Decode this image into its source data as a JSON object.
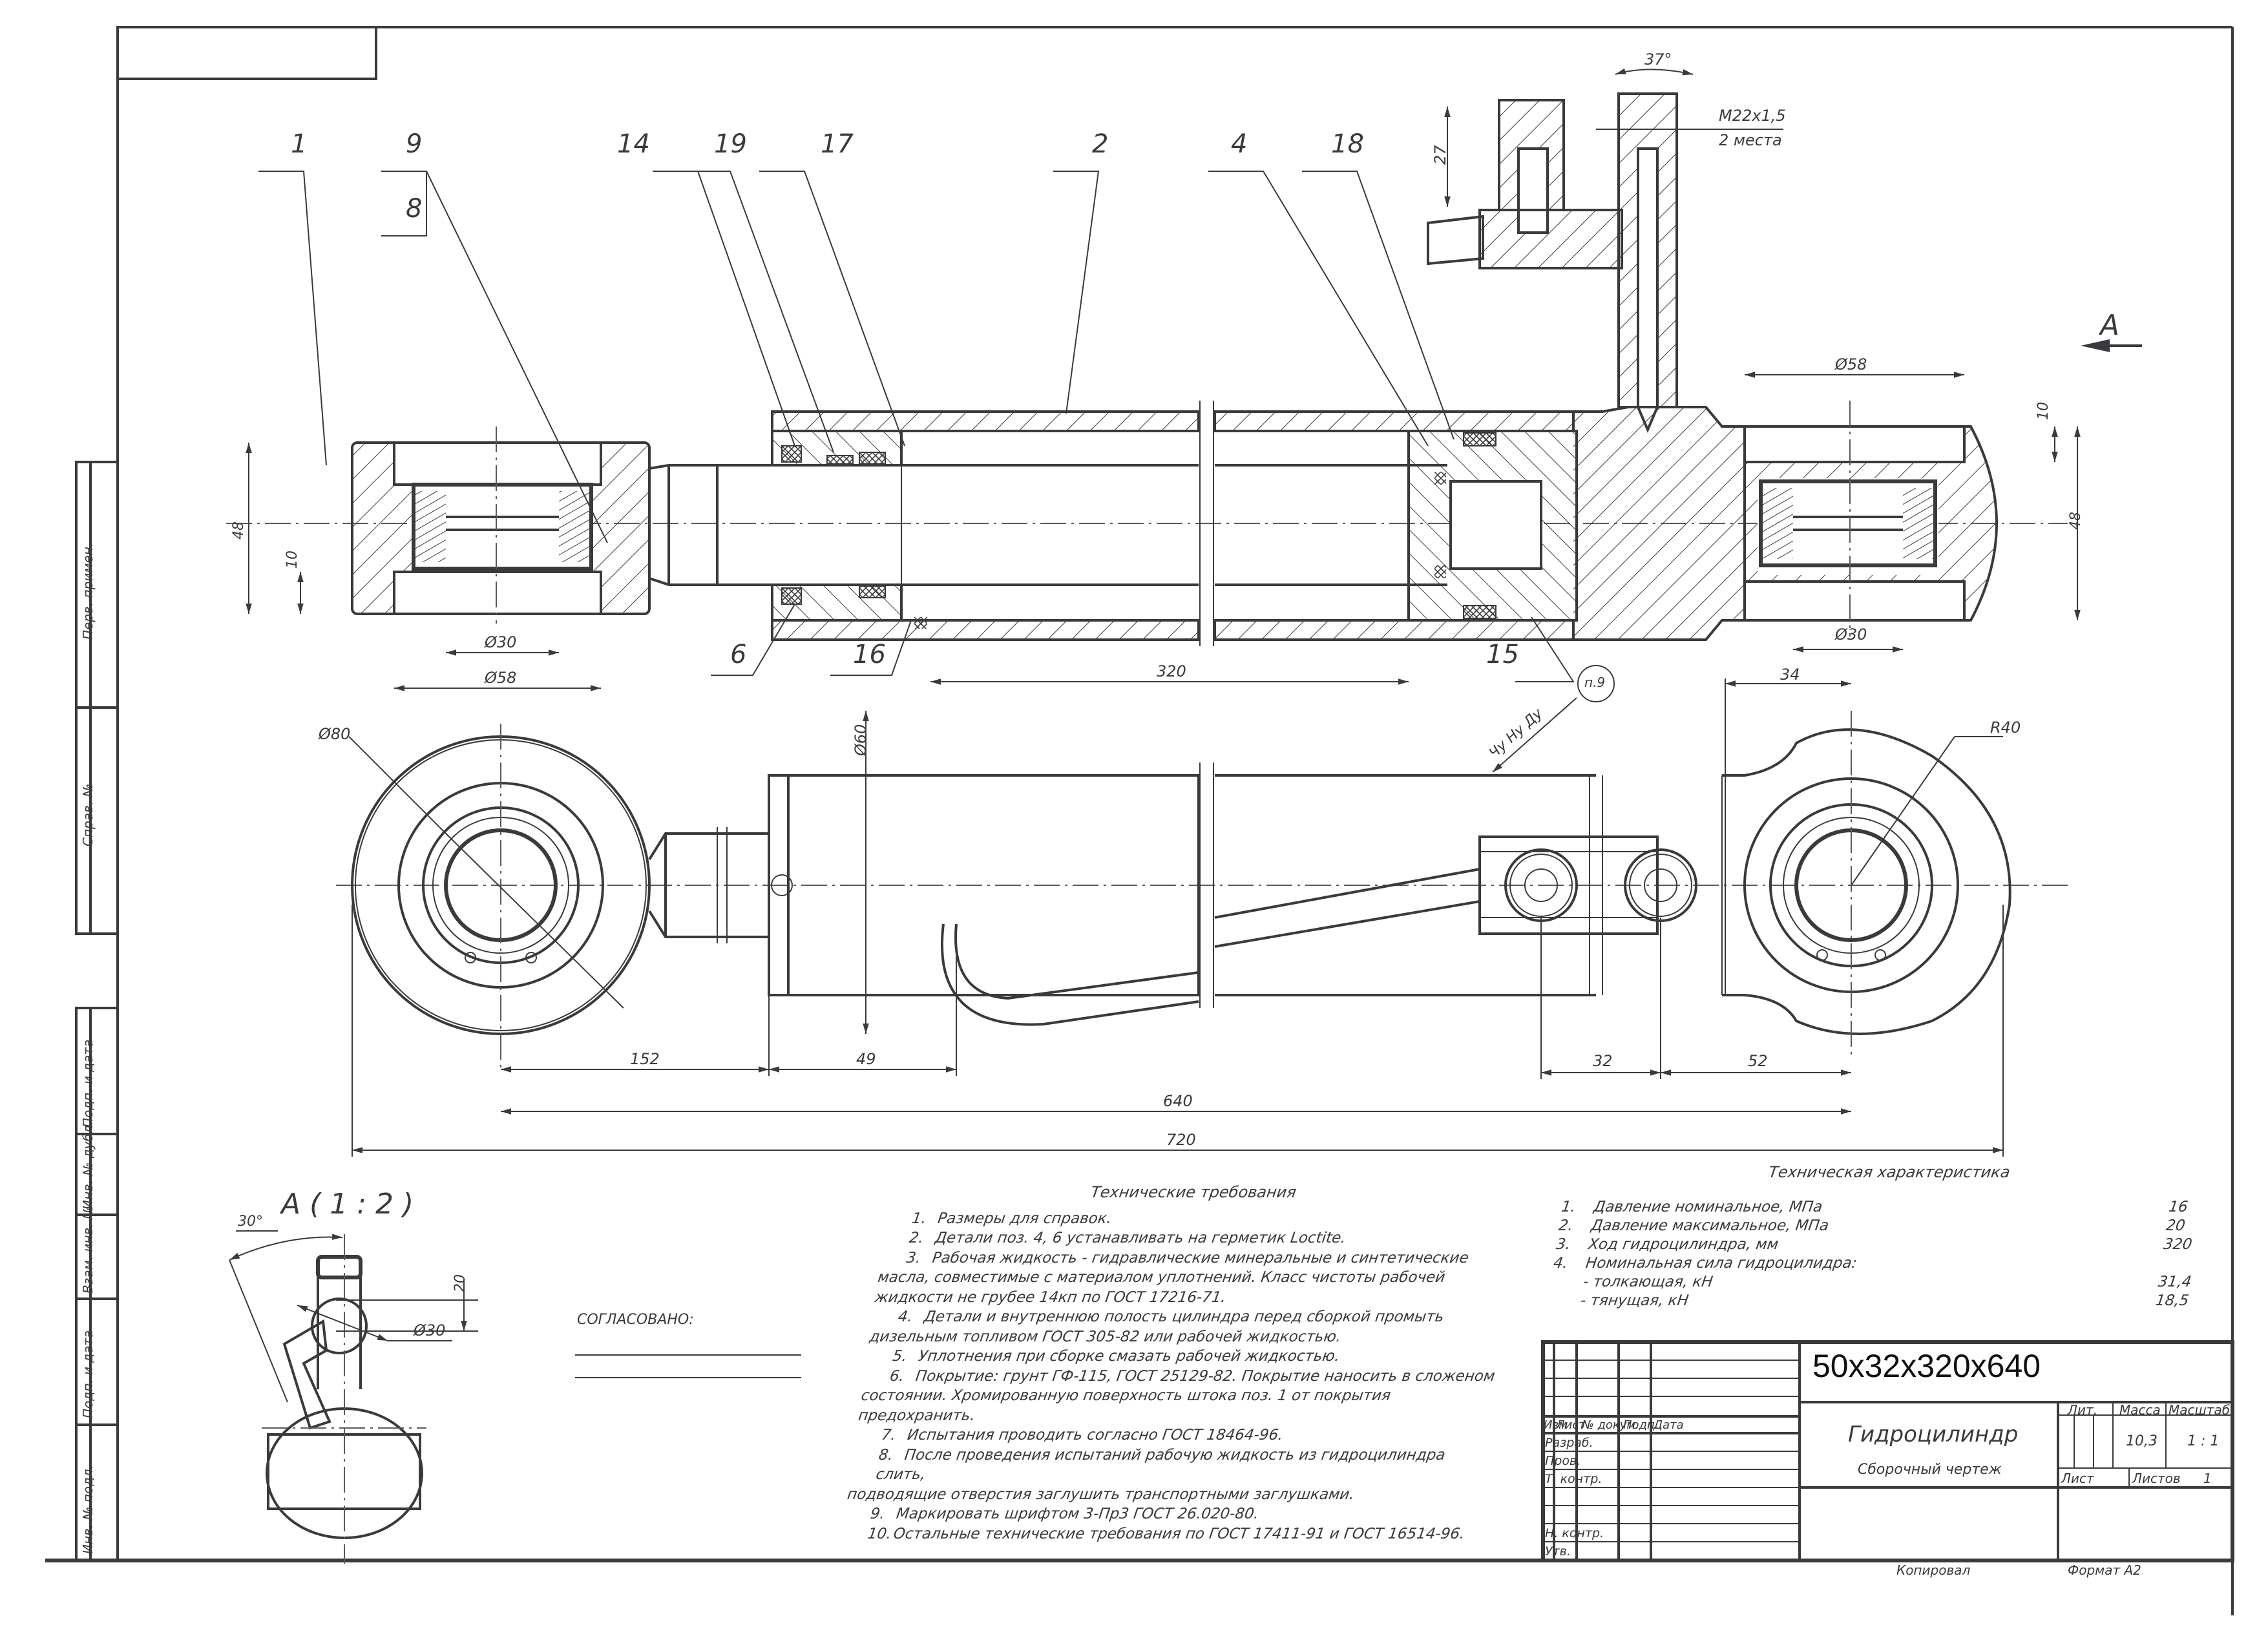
{
  "drawing": {
    "type": "assembly-drawing",
    "title": "Гидроцилиндр",
    "subtitle": "Сборочный чертеж",
    "designation": "50x32x320x640",
    "mass": "10,3",
    "scale": "1 : 1",
    "sheet_label": "Лист",
    "sheets_label": "Листов",
    "sheets_value": "1",
    "format_label": "Формат А2",
    "copied_label": "Копировал"
  },
  "title_block": {
    "headers": {
      "lit": "Лит.",
      "mass": "Масса",
      "scale": "Масштаб"
    },
    "rev_columns": [
      "Изм",
      "Лист",
      "№ докум.",
      "Подп.",
      "Дата"
    ],
    "roles": [
      "Разраб.",
      "Пров.",
      "Т. контр.",
      "",
      "Н. контр.",
      "Утв."
    ]
  },
  "side_strip": {
    "labels": [
      "Перв. примен.",
      "Справ. №",
      "Подп. и дата",
      "Инв. № дубл.",
      "Взам. инв. №",
      "Подп. и дата",
      "Инв. № подл."
    ]
  },
  "callouts": {
    "positions": [
      "1",
      "9",
      "8",
      "14",
      "19",
      "17",
      "2",
      "4",
      "18",
      "6",
      "16",
      "15"
    ],
    "surface_note": "Чу Ну Ду",
    "note_ref": "п.9",
    "view_arrow": "А",
    "view_label": "А ( 1 : 2 )"
  },
  "dimensions": {
    "section": {
      "left_height": "48",
      "left_offset": "10",
      "left_bore": "Ø30",
      "left_outer": "Ø58",
      "stroke": "320",
      "right_outer": "Ø58",
      "right_offset": "10",
      "right_height": "48",
      "right_bore": "Ø30",
      "port_height": "27",
      "port_angle": "37°",
      "port_thread": "М22х1,5",
      "port_count": "2 места"
    },
    "view": {
      "eye_diameter": "Ø80",
      "barrel_diameter": "Ø60",
      "d152": "152",
      "d49": "49",
      "d32": "32",
      "d52": "52",
      "d34": "34",
      "radius": "R40",
      "d640": "640",
      "d720": "720"
    },
    "detail": {
      "angle": "30°",
      "height": "20",
      "diameter": "Ø30"
    }
  },
  "approval": {
    "label": "СОГЛАСОВАНО:"
  },
  "requirements": {
    "title": "Технические требования",
    "items": [
      {
        "n": "1.",
        "text": "Размеры для справок."
      },
      {
        "n": "2.",
        "text": "Детали поз.   4,  6 устанавливать на герметик Loctite."
      },
      {
        "n": "3.",
        "text": "Рабочая жидкость - гидравлические минеральные и синтетические",
        "cont": [
          "масла, совместимые с материалом уплотнений. Класс чистоты рабочей",
          "жидкости не грубее 14кп по ГОСТ 17216-71."
        ]
      },
      {
        "n": "4.",
        "text": "Детали и внутреннюю полость  цилиндра перед  сборкой промыть",
        "cont": [
          "дизельным  топливом  ГОСТ 305-82 или рабочей жидкостью."
        ]
      },
      {
        "n": "5.",
        "text": "Уплотнения при сборке смазать рабочей жидкостью."
      },
      {
        "n": "6.",
        "text": "Покрытие: грунт ГФ-115, ГОСТ 25129-82. Покрытие наносить в сложеном",
        "cont": [
          "состоянии. Хромированную поверхность штока поз.      1 от покрытия",
          "предохранить."
        ]
      },
      {
        "n": "7.",
        "text": "Испытания проводить согласно ГОСТ 18464-96."
      },
      {
        "n": "8.",
        "text": "После проведения испытаний рабочую жидкость из гидроцилиндра слить,",
        "cont": [
          "подводящие отверстия заглушить транспортными заглушками."
        ]
      },
      {
        "n": "9.",
        "text": "Маркировать шрифтом 3-Пр3 ГОСТ 26.020-80."
      },
      {
        "n": "10.",
        "text": "Остальные технические требования по ГОСТ 17411-91 и ГОСТ 16514-96."
      }
    ]
  },
  "characteristics": {
    "title": "Техническая характеристика",
    "items": [
      {
        "n": "1.",
        "label": "Давление номинальное, МПа",
        "value": "16"
      },
      {
        "n": "2.",
        "label": "Давление максимальное, МПа",
        "value": "20"
      },
      {
        "n": "3.",
        "label": "Ход гидроцилиндра, мм",
        "value": "320"
      },
      {
        "n": "4.",
        "label": "Номинальная сила гидроцилидра:",
        "value": ""
      },
      {
        "n": "",
        "label": "- толкающая, кН",
        "value": "31,4"
      },
      {
        "n": "",
        "label": "- тянущая, кН",
        "value": "18,5"
      }
    ]
  }
}
